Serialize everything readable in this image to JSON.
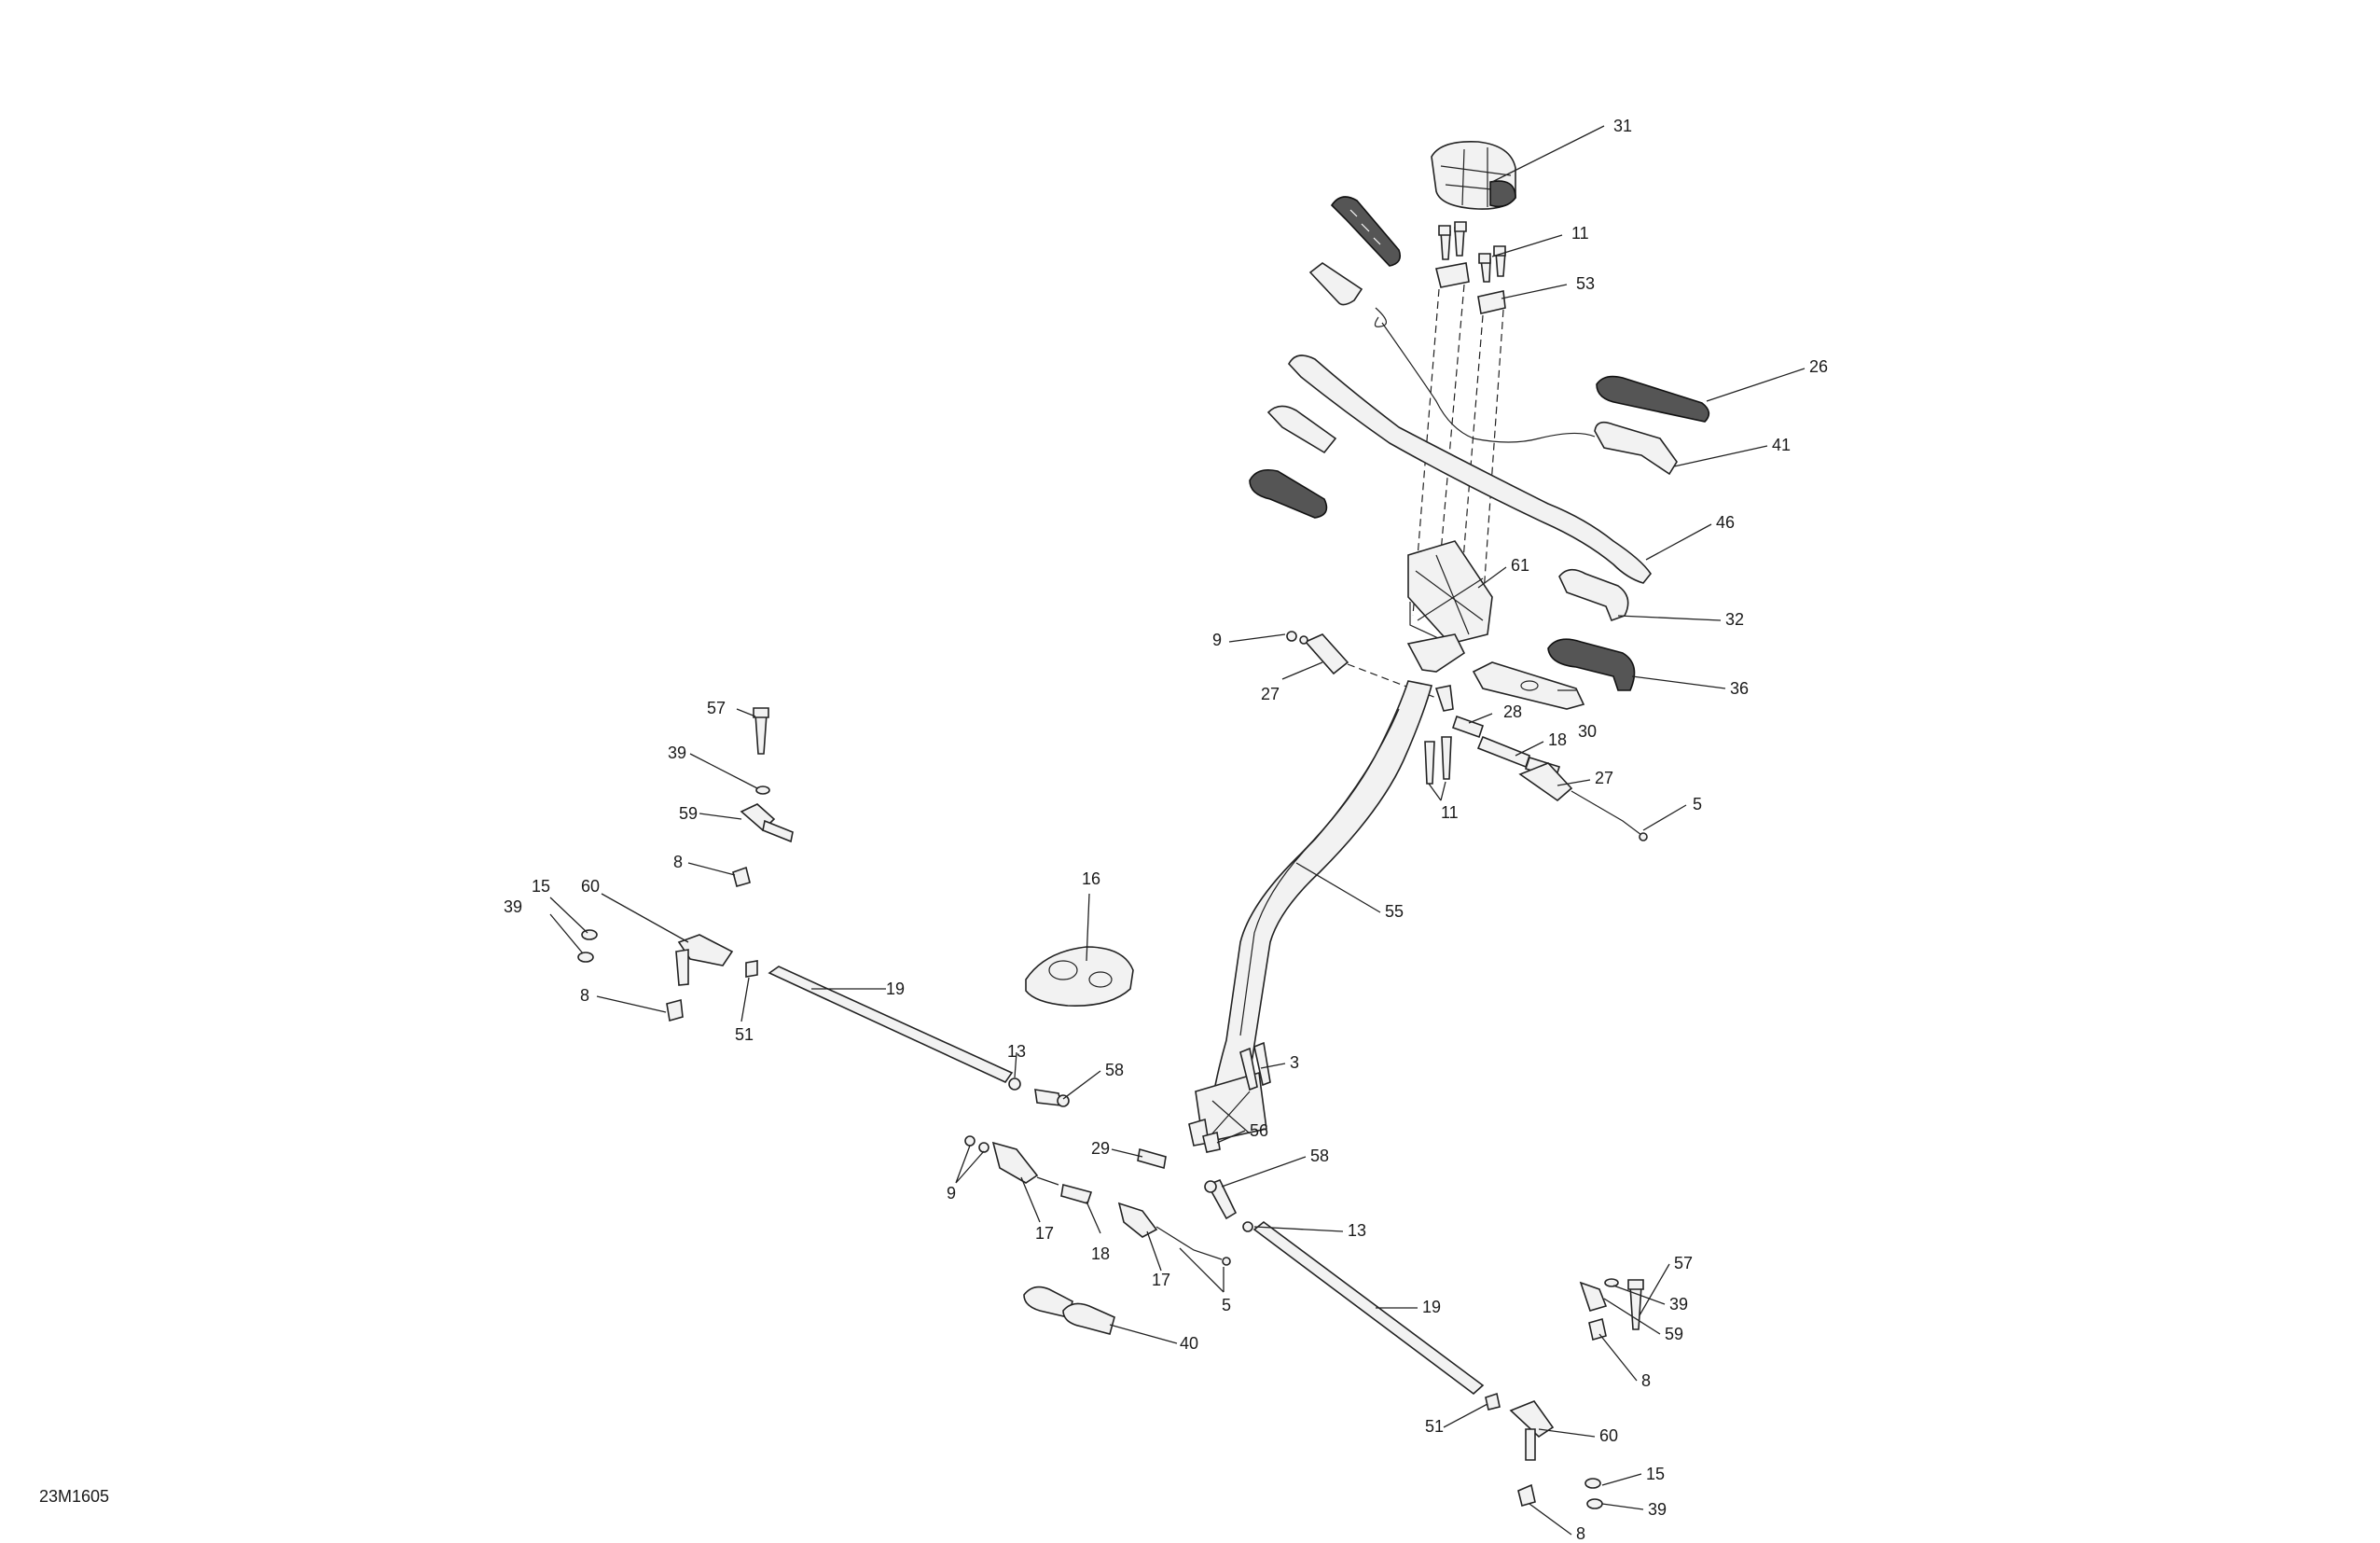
{
  "diagram_code": "23M1605",
  "colors": {
    "ink": "#222222",
    "part_fill": "#f2f2f2",
    "grip_fill": "#555555"
  },
  "callouts": {
    "c31": "31",
    "c11a": "11",
    "c53": "53",
    "c26": "26",
    "c41": "41",
    "c46": "46",
    "c61": "61",
    "c32": "32",
    "c36": "36",
    "c9a": "9",
    "c27a": "27",
    "c28": "28",
    "c30": "30",
    "c18a": "18",
    "c27b": "27",
    "c11b": "11",
    "c5a": "5",
    "c55": "55",
    "c57a": "57",
    "c39a": "39",
    "c59a": "59",
    "c8a": "8",
    "c15a": "15",
    "c60a": "60",
    "c39b": "39",
    "c8b": "8",
    "c51a": "51",
    "c19a": "19",
    "c16": "16",
    "c13a": "13",
    "c58a": "58",
    "c3": "3",
    "c56": "56",
    "c29": "29",
    "c58b": "58",
    "c9b": "9",
    "c17a": "17",
    "c18b": "18",
    "c17b": "17",
    "c13b": "13",
    "c5b": "5",
    "c19b": "19",
    "c40": "40",
    "c57b": "57",
    "c39c": "39",
    "c59b": "59",
    "c8c": "8",
    "c51b": "51",
    "c60b": "60",
    "c15b": "15",
    "c39d": "39",
    "c8d": "8"
  }
}
